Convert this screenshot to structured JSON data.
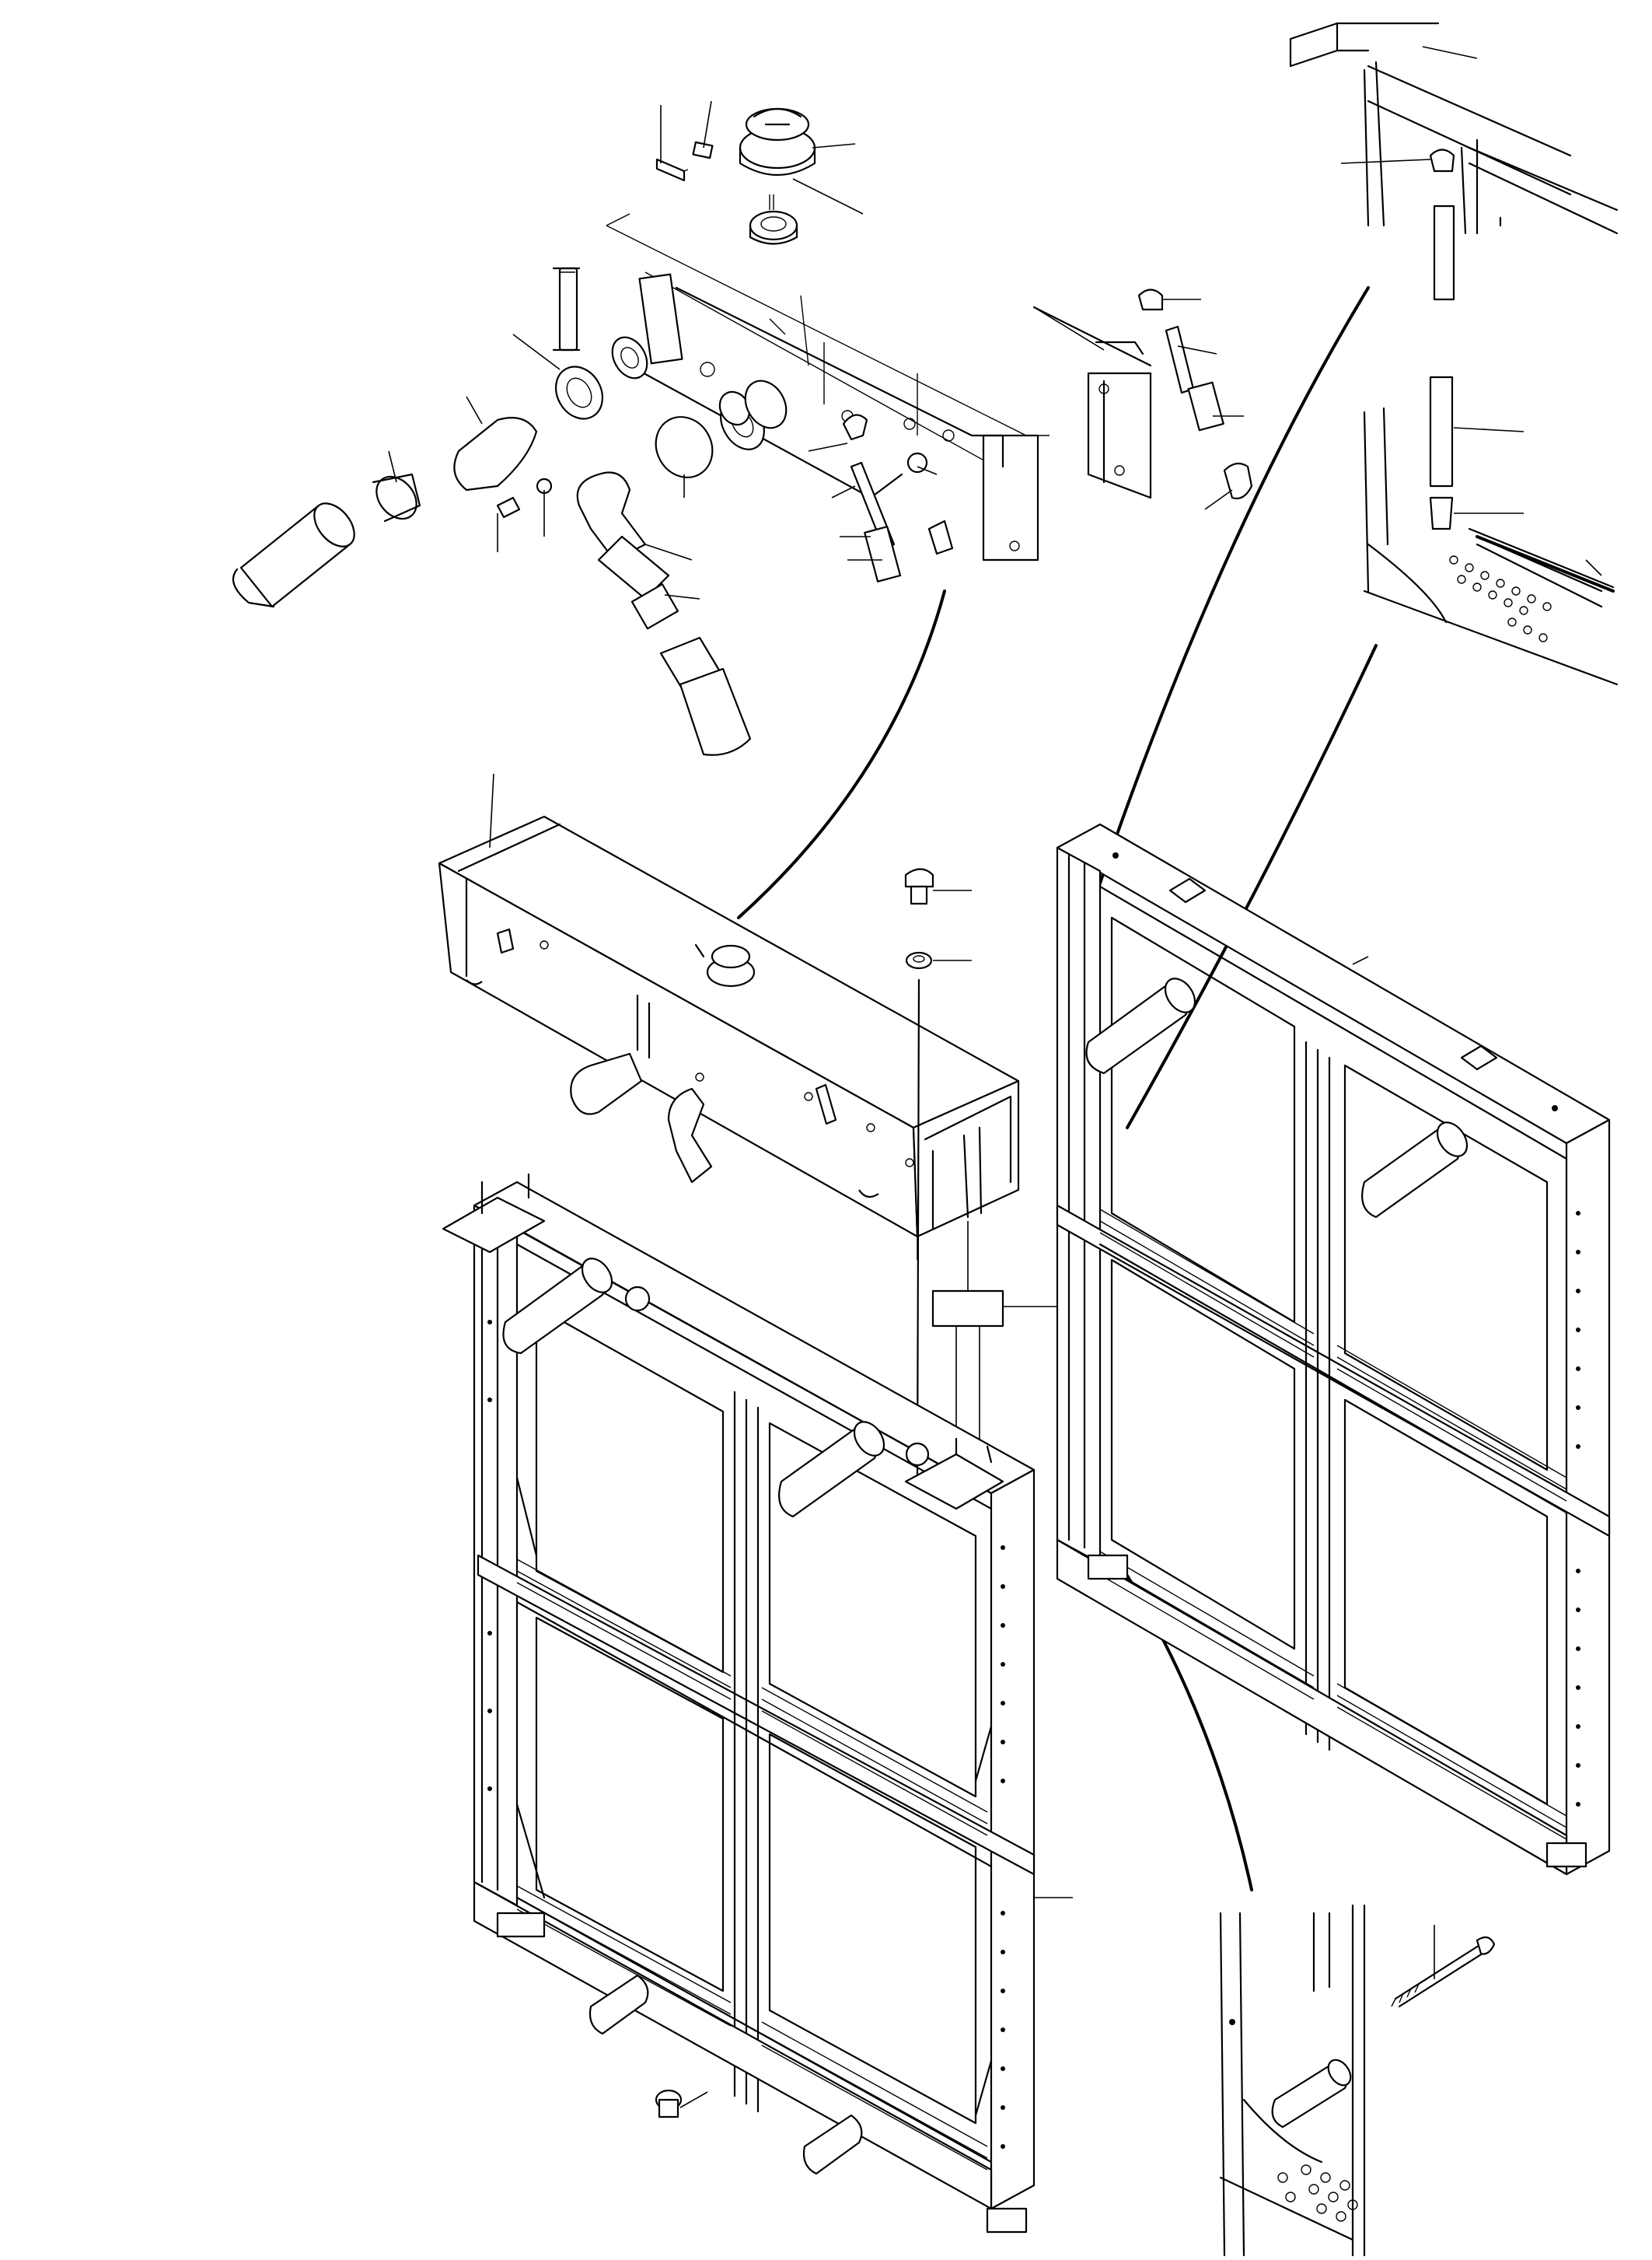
{
  "diagram": {
    "kind": "exploded-parts-view",
    "subject": "radiator-frame-and-top-tank",
    "callout_count": 34,
    "detail_views": [
      "hose-and-tank-detail",
      "drain-pipe-detail",
      "frame-bolt-detail"
    ],
    "unlabeled_box": ""
  }
}
